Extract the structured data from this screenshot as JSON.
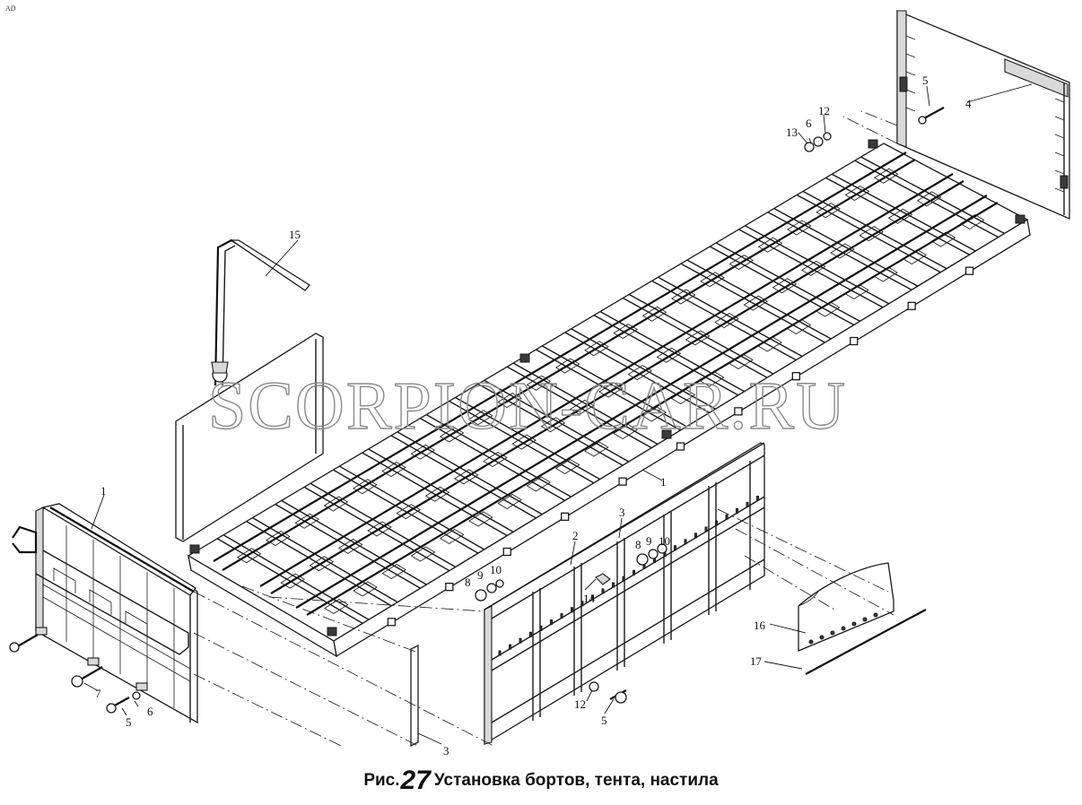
{
  "corner_mark": "AD",
  "watermark": "SCORPION-CAR.RU",
  "caption": {
    "prefix": "Рис.",
    "number": "27",
    "title": "Установка бортов, тента, настила"
  },
  "callouts": [
    {
      "id": "c15",
      "text": "15"
    },
    {
      "id": "c1a",
      "text": "1"
    },
    {
      "id": "c1b",
      "text": "1"
    },
    {
      "id": "c2",
      "text": "2"
    },
    {
      "id": "c3a",
      "text": "3"
    },
    {
      "id": "c3b",
      "text": "3"
    },
    {
      "id": "c4",
      "text": "4"
    },
    {
      "id": "c5a",
      "text": "5"
    },
    {
      "id": "c5b",
      "text": "5"
    },
    {
      "id": "c5c",
      "text": "5"
    },
    {
      "id": "c6a",
      "text": "6"
    },
    {
      "id": "c6b",
      "text": "6"
    },
    {
      "id": "c7",
      "text": "7"
    },
    {
      "id": "c8a",
      "text": "8"
    },
    {
      "id": "c8b",
      "text": "8"
    },
    {
      "id": "c9a",
      "text": "9"
    },
    {
      "id": "c9b",
      "text": "9"
    },
    {
      "id": "c10a",
      "text": "10"
    },
    {
      "id": "c10b",
      "text": "10"
    },
    {
      "id": "c12a",
      "text": "12"
    },
    {
      "id": "c12b",
      "text": "12"
    },
    {
      "id": "c13",
      "text": "13"
    },
    {
      "id": "c14",
      "text": "14"
    },
    {
      "id": "c16",
      "text": "16"
    },
    {
      "id": "c17",
      "text": "17"
    }
  ]
}
